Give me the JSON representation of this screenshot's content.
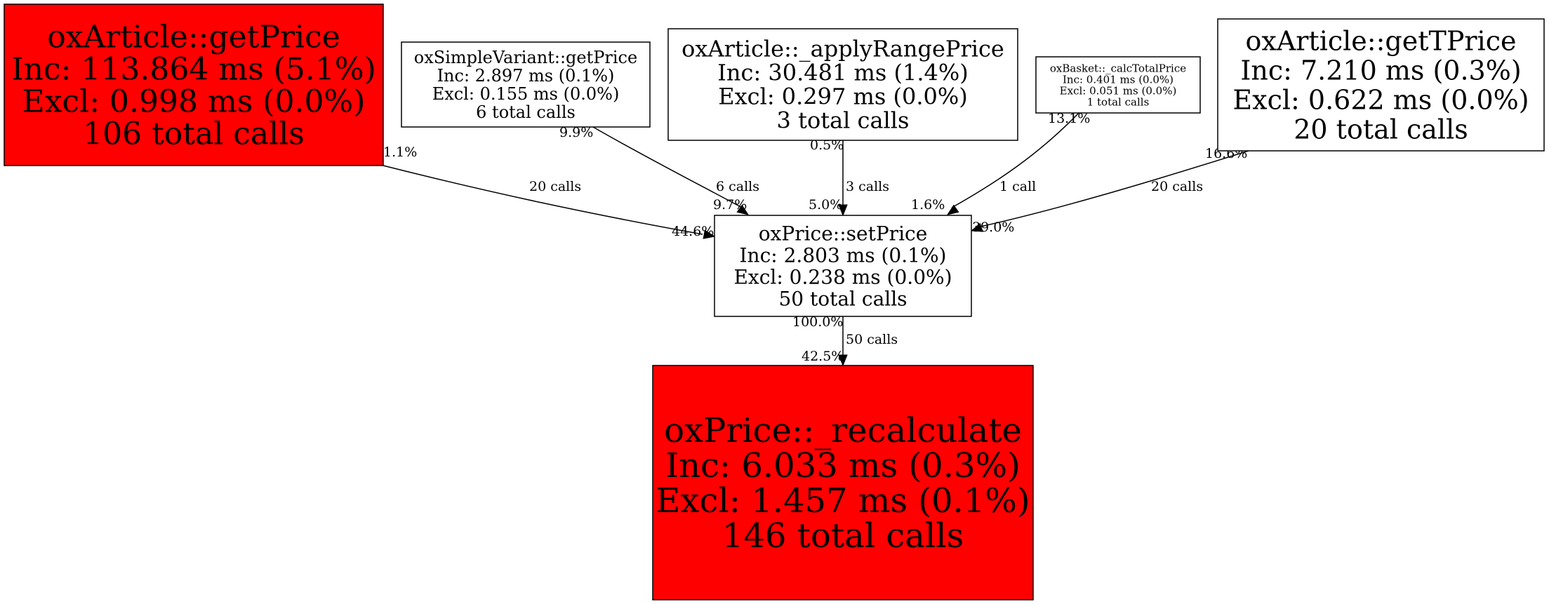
{
  "graph": {
    "nodes": [
      {
        "id": "getPrice",
        "lines": [
          "oxArticle::getPrice",
          "Inc: 113.864 ms (5.1%)",
          "Excl: 0.998 ms (0.0%)",
          "106 total calls"
        ],
        "fill": "#ff0000"
      },
      {
        "id": "simpleVariant",
        "lines": [
          "oxSimpleVariant::getPrice",
          "Inc: 2.897 ms (0.1%)",
          "Excl: 0.155 ms (0.0%)",
          "6 total calls"
        ],
        "fill": "#ffffff"
      },
      {
        "id": "applyRange",
        "lines": [
          "oxArticle::_applyRangePrice",
          "Inc: 30.481 ms (1.4%)",
          "Excl: 0.297 ms (0.0%)",
          "3 total calls"
        ],
        "fill": "#ffffff"
      },
      {
        "id": "basket",
        "lines": [
          "oxBasket::_calcTotalPrice",
          "Inc: 0.401 ms (0.0%)",
          "Excl: 0.051 ms (0.0%)",
          "1 total calls"
        ],
        "fill": "#ffffff"
      },
      {
        "id": "getTPrice",
        "lines": [
          "oxArticle::getTPrice",
          "Inc: 7.210 ms (0.3%)",
          "Excl: 0.622 ms (0.0%)",
          "20 total calls"
        ],
        "fill": "#ffffff"
      },
      {
        "id": "setPrice",
        "lines": [
          "oxPrice::setPrice",
          "Inc: 2.803 ms (0.1%)",
          "Excl: 0.238 ms (0.0%)",
          "50 total calls"
        ],
        "fill": "#ffffff"
      },
      {
        "id": "recalc",
        "lines": [
          "oxPrice::_recalculate",
          "Inc: 6.033 ms (0.3%)",
          "Excl: 1.457 ms (0.1%)",
          "146 total calls"
        ],
        "fill": "#ff0000"
      }
    ],
    "edges": [
      {
        "from": "getPrice",
        "to": "setPrice",
        "calls": "20 calls",
        "tail": "1.1%",
        "head": "44.6%"
      },
      {
        "from": "simpleVariant",
        "to": "setPrice",
        "calls": "6 calls",
        "tail": "9.9%",
        "head": "9.7%"
      },
      {
        "from": "applyRange",
        "to": "setPrice",
        "calls": "3 calls",
        "tail": "0.5%",
        "head": "5.0%"
      },
      {
        "from": "basket",
        "to": "setPrice",
        "calls": "1 call",
        "tail": "13.1%",
        "head": "1.6%"
      },
      {
        "from": "getTPrice",
        "to": "setPrice",
        "calls": "20 calls",
        "tail": "16.6%",
        "head": "39.0%"
      },
      {
        "from": "setPrice",
        "to": "recalc",
        "calls": "50 calls",
        "tail": "100.0%",
        "head": "42.5%"
      }
    ]
  }
}
